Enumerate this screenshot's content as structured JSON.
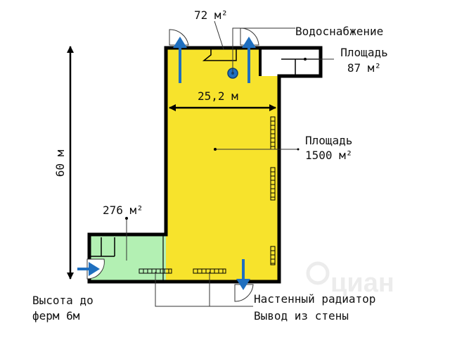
{
  "labels": {
    "area_small": "72 м²",
    "water_supply": "Водоснабжение",
    "area_annex_title": "Площадь",
    "area_annex_value": "87 м²",
    "width_dim": "25,2 м",
    "area_main_title": "Площадь",
    "area_main_value": "1500 м²",
    "length_dim": "60 м",
    "area_green": "276 м²",
    "height_line1": "Высота до",
    "height_line2": "ферм 6м",
    "radiator": "Настенный радиатор",
    "outlet": "Вывод из стены"
  },
  "watermark": "циан",
  "colors": {
    "main_hall": "#f7e32c",
    "green_room": "#b3f0b3",
    "wall": "#000000",
    "arrow": "#1f6fbf",
    "water_marker": "#1f6fbf",
    "leader_line": "#333333"
  },
  "icons": [
    "entry-arrow-icon",
    "exit-arrow-icon",
    "water-supply-marker-icon",
    "door-swing-icon"
  ]
}
